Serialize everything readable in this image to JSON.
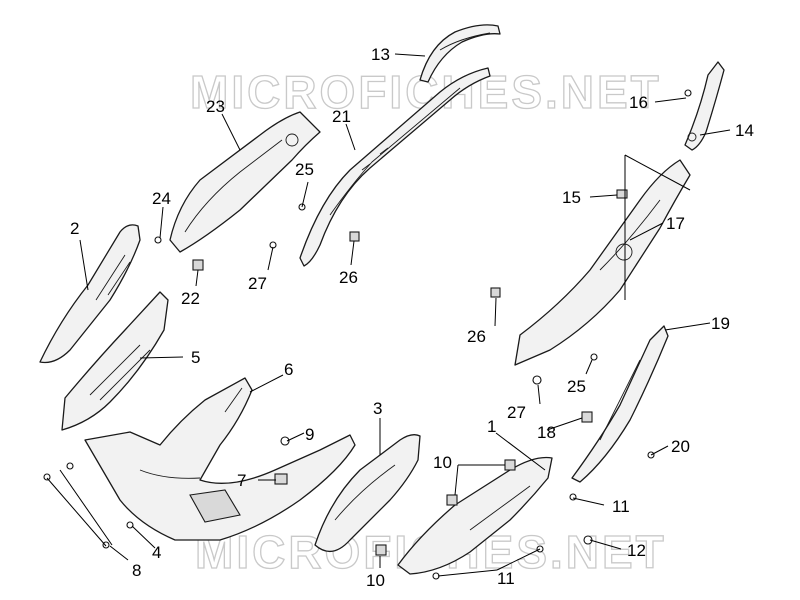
{
  "watermark": "MICROFICHES.NET",
  "callouts": {
    "c1": "1",
    "c2": "2",
    "c3": "3",
    "c4": "4",
    "c5": "5",
    "c6": "6",
    "c7": "7",
    "c8": "8",
    "c9": "9",
    "c10a": "10",
    "c10b": "10",
    "c11a": "11",
    "c11b": "11",
    "c12": "12",
    "c13": "13",
    "c14": "14",
    "c15": "15",
    "c16": "16",
    "c17": "17",
    "c18": "18",
    "c19": "19",
    "c20": "20",
    "c21": "21",
    "c22": "22",
    "c23": "23",
    "c24": "24",
    "c25a": "25",
    "c25b": "25",
    "c26a": "26",
    "c26b": "26",
    "c27a": "27",
    "c27b": "27"
  }
}
